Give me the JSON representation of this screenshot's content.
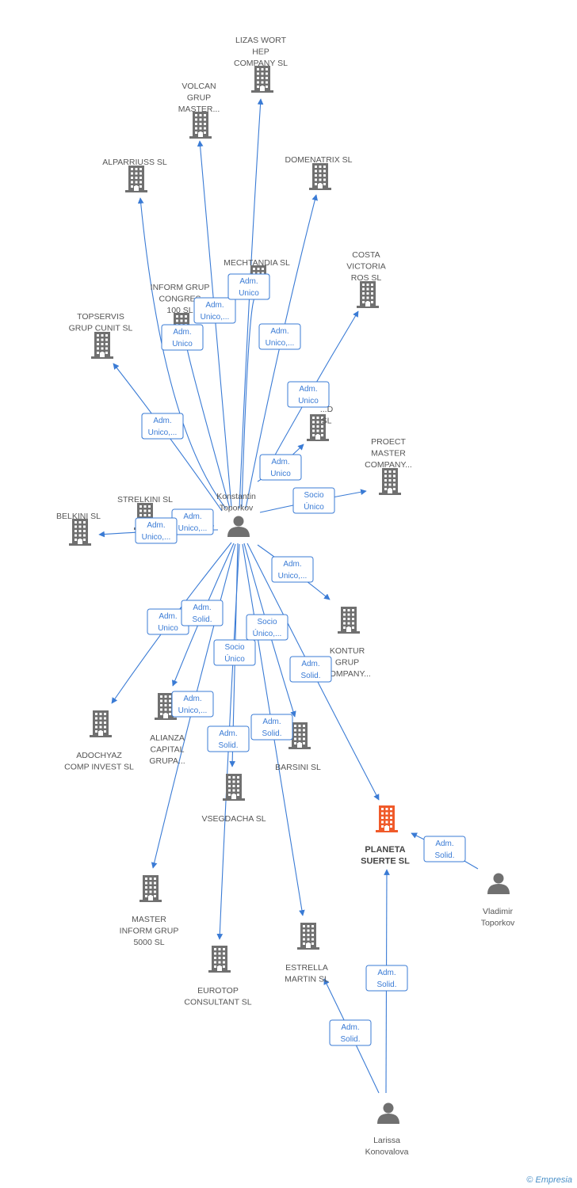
{
  "colors": {
    "edge": "#3a7bd5",
    "company": "#707070",
    "focus": "#f05a2a",
    "person": "#707070"
  },
  "companies": [
    {
      "id": "lizas",
      "label": [
        "LIZAS WORT",
        "HEP",
        "COMPANY SL"
      ]
    },
    {
      "id": "volcan",
      "label": [
        "VOLCAN",
        "GRUP",
        "MASTER..."
      ]
    },
    {
      "id": "alparriuss",
      "label": [
        "ALPARRIUSS SL"
      ]
    },
    {
      "id": "domenatrix",
      "label": [
        "DOMENATRIX SL"
      ]
    },
    {
      "id": "mechtandia",
      "label": [
        "MECHTANDIA SL"
      ]
    },
    {
      "id": "costa",
      "label": [
        "COSTA",
        "VICTORIA",
        "ROS  SL"
      ]
    },
    {
      "id": "inform",
      "label": [
        "INFORM GRUP",
        "CONGRES",
        "100  SL"
      ]
    },
    {
      "id": "topservis",
      "label": [
        "TOPSERVIS",
        "GRUP CUNIT  SL"
      ]
    },
    {
      "id": "hidden_sl",
      "label": [
        "...D",
        "SL"
      ]
    },
    {
      "id": "proect",
      "label": [
        "PROECT",
        "MASTER",
        "COMPANY..."
      ]
    },
    {
      "id": "strelkini",
      "label": [
        "STRELKINI  SL"
      ]
    },
    {
      "id": "belkini",
      "label": [
        "BELKINI SL"
      ]
    },
    {
      "id": "kontur",
      "label": [
        "KONTUR",
        "GRUP",
        "COMPANY..."
      ]
    },
    {
      "id": "adochyaz",
      "label": [
        "ADOCHYAZ",
        "COMP INVEST SL"
      ]
    },
    {
      "id": "alianza",
      "label": [
        "ALIANZA",
        "CAPITAL",
        "GRUPA..."
      ]
    },
    {
      "id": "barsini",
      "label": [
        "BARSINI  SL"
      ]
    },
    {
      "id": "vsegdacha",
      "label": [
        "VSEGDACHA SL"
      ]
    },
    {
      "id": "planeta",
      "label": [
        "PLANETA",
        "SUERTE SL"
      ],
      "focus": true
    },
    {
      "id": "master5000",
      "label": [
        "MASTER",
        "INFORM GRUP",
        "5000  SL"
      ]
    },
    {
      "id": "eurotop",
      "label": [
        "EUROTOP",
        "CONSULTANT SL"
      ]
    },
    {
      "id": "estrella",
      "label": [
        "ESTRELLA",
        "MARTIN SL"
      ]
    }
  ],
  "persons": [
    {
      "id": "konstantin",
      "label": [
        "Konstantin",
        "Toporkov"
      ]
    },
    {
      "id": "vladimir",
      "label": [
        "Vladimir",
        "Toporkov"
      ]
    },
    {
      "id": "larissa",
      "label": [
        "Larissa",
        "Konovalova"
      ]
    }
  ],
  "edges": [
    {
      "from": "konstantin",
      "to": "lizas",
      "label": [
        "Adm.",
        "Unico,..."
      ]
    },
    {
      "from": "konstantin",
      "to": "volcan",
      "label": [
        "Adm.",
        "Unico,..."
      ]
    },
    {
      "from": "konstantin",
      "to": "alparriuss",
      "label": [
        "Adm.",
        "Unico,..."
      ]
    },
    {
      "from": "konstantin",
      "to": "domenatrix",
      "label": [
        "Adm.",
        "Unico,..."
      ]
    },
    {
      "from": "konstantin",
      "to": "mechtandia",
      "label": [
        "Adm.",
        "Unico"
      ]
    },
    {
      "from": "konstantin",
      "to": "costa",
      "label": [
        "Adm.",
        "Unico"
      ]
    },
    {
      "from": "konstantin",
      "to": "inform",
      "label": [
        "Adm.",
        "Unico"
      ]
    },
    {
      "from": "konstantin",
      "to": "topservis",
      "label": [
        "Adm.",
        "Unico,..."
      ]
    },
    {
      "from": "konstantin",
      "to": "hidden_sl",
      "label": [
        "Adm.",
        "Unico"
      ]
    },
    {
      "from": "konstantin",
      "to": "proect",
      "label": [
        "Socio",
        "Único"
      ]
    },
    {
      "from": "konstantin",
      "to": "strelkini",
      "label": [
        "Adm.",
        "Unico,..."
      ]
    },
    {
      "from": "konstantin",
      "to": "belkini",
      "label": [
        "Adm.",
        "Unico,..."
      ]
    },
    {
      "from": "konstantin",
      "to": "kontur",
      "label": [
        "Adm.",
        "Unico,..."
      ]
    },
    {
      "from": "konstantin",
      "to": "adochyaz",
      "label": [
        "Adm.",
        "Unico"
      ]
    },
    {
      "from": "konstantin",
      "to": "alianza",
      "label": [
        "Adm.",
        "Solid."
      ]
    },
    {
      "from": "konstantin",
      "to": "vsegdacha",
      "label": [
        "Socio",
        "Único"
      ]
    },
    {
      "from": "konstantin",
      "to": "barsini",
      "label": [
        "Socio",
        "Único,..."
      ]
    },
    {
      "from": "konstantin",
      "to": "planeta",
      "label": [
        "Adm.",
        "Solid."
      ]
    },
    {
      "from": "konstantin",
      "to": "master5000",
      "label": [
        "Adm.",
        "Unico,..."
      ]
    },
    {
      "from": "konstantin",
      "to": "eurotop",
      "label": [
        "Adm.",
        "Solid."
      ]
    },
    {
      "from": "konstantin",
      "to": "estrella",
      "label": [
        "Adm.",
        "Solid."
      ]
    },
    {
      "from": "vladimir",
      "to": "planeta",
      "label": [
        "Adm.",
        "Solid."
      ]
    },
    {
      "from": "larissa",
      "to": "planeta",
      "label": [
        "Adm.",
        "Solid."
      ]
    },
    {
      "from": "larissa",
      "to": "estrella",
      "label": [
        "Adm.",
        "Solid."
      ]
    }
  ],
  "footer": {
    "copyright": "©",
    "brand": "Empresia"
  }
}
